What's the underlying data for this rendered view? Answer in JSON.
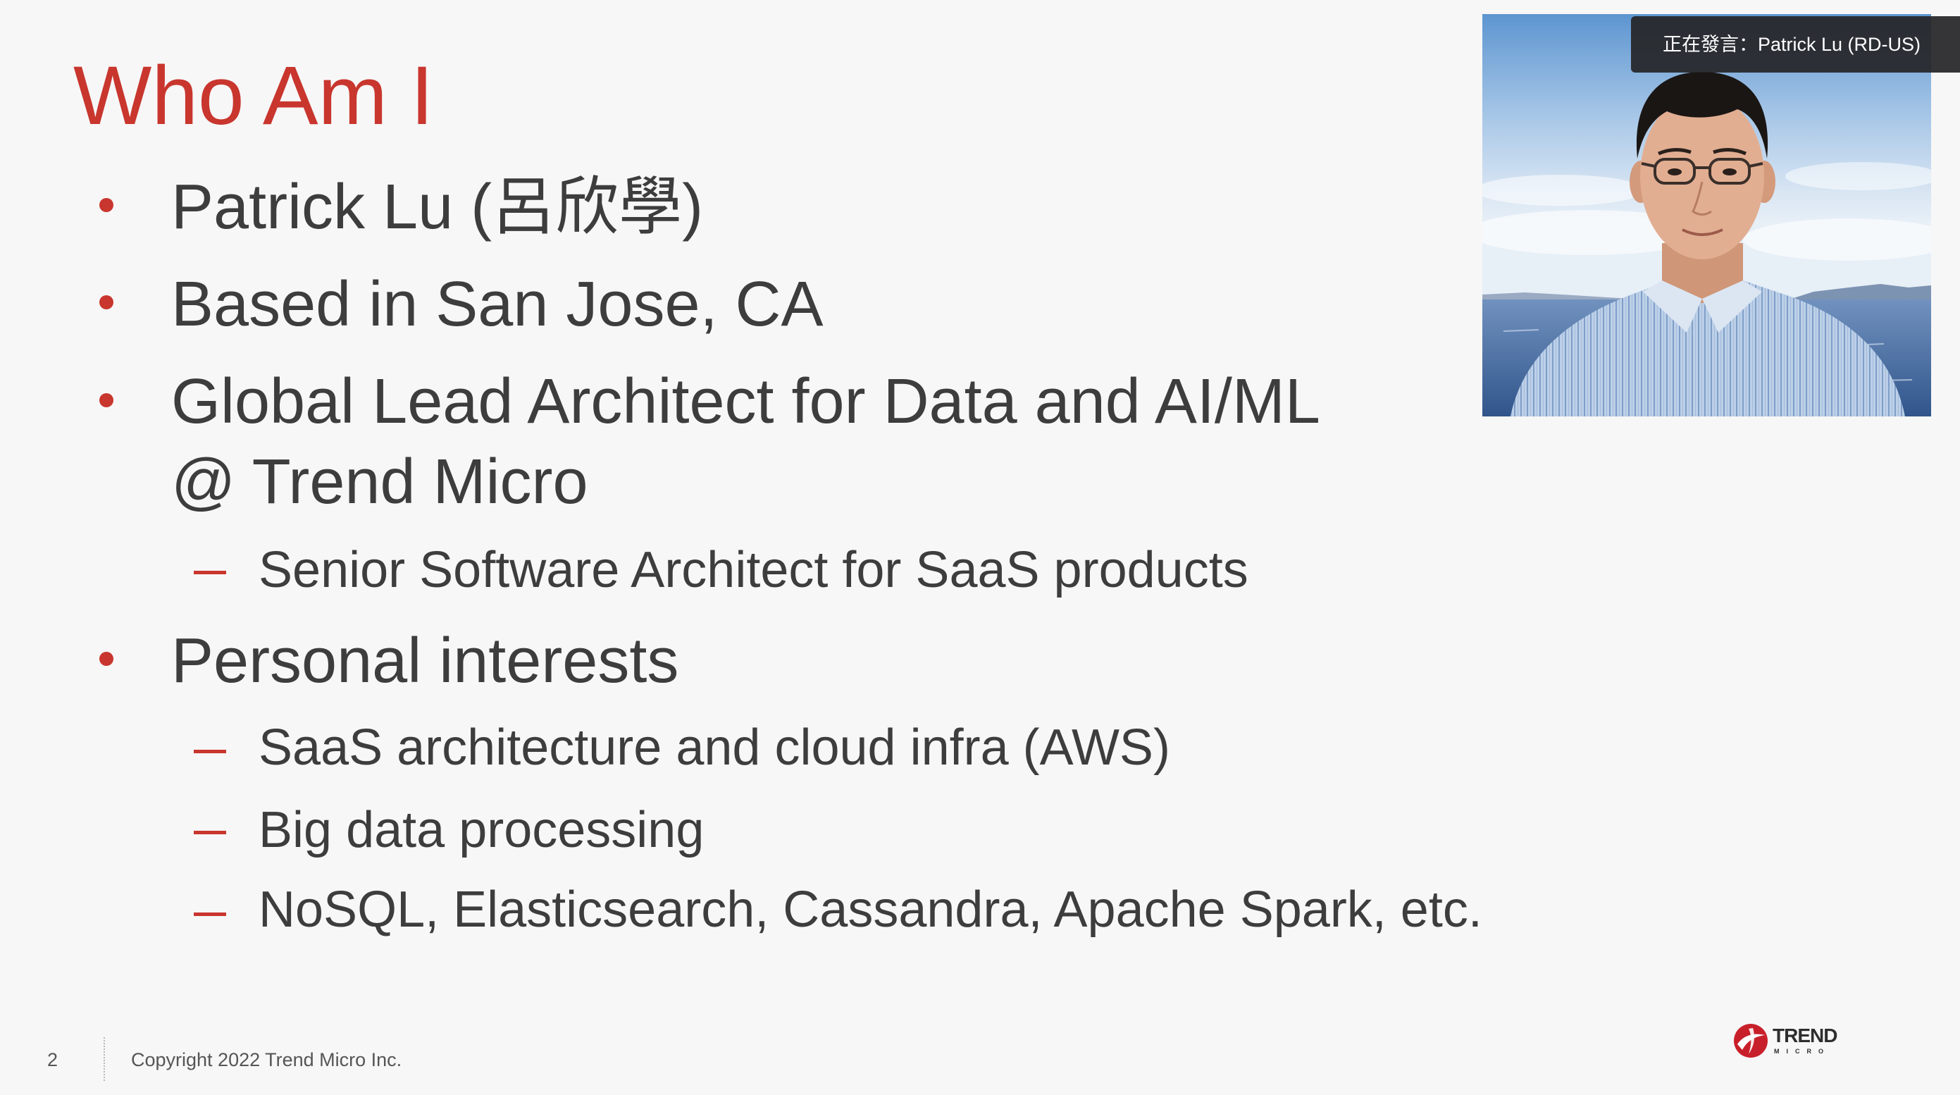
{
  "slide": {
    "title": "Who Am I",
    "bullets": [
      {
        "lines": [
          "Patrick Lu (呂欣學)"
        ]
      },
      {
        "lines": [
          "Based in San Jose, CA"
        ]
      },
      {
        "lines": [
          "Global Lead Architect for Data and AI/ML",
          "@ Trend Micro"
        ],
        "sub": [
          "Senior Software Architect for SaaS products"
        ]
      },
      {
        "lines": [
          "Personal interests"
        ],
        "sub": [
          "SaaS architecture and cloud infra (AWS)",
          "Big data processing",
          "NoSQL, Elasticsearch, Cassandra, Apache Spark, etc."
        ]
      }
    ]
  },
  "footer": {
    "page_number": "2",
    "copyright": "Copyright 2022 Trend Micro Inc."
  },
  "logo": {
    "word": "TREND",
    "subword": "MICRO",
    "icon": "trend-micro-ball-icon"
  },
  "video": {
    "speaker_label": "正在發言：Patrick Lu (RD-US)"
  },
  "icons": {
    "bullet": "bullet-dot-icon",
    "sub_bullet": "dash-icon"
  },
  "colors": {
    "accent": "#c8362e",
    "body_text": "#3d3d3d",
    "background": "#f7f7f7",
    "label_background": "#262628"
  }
}
